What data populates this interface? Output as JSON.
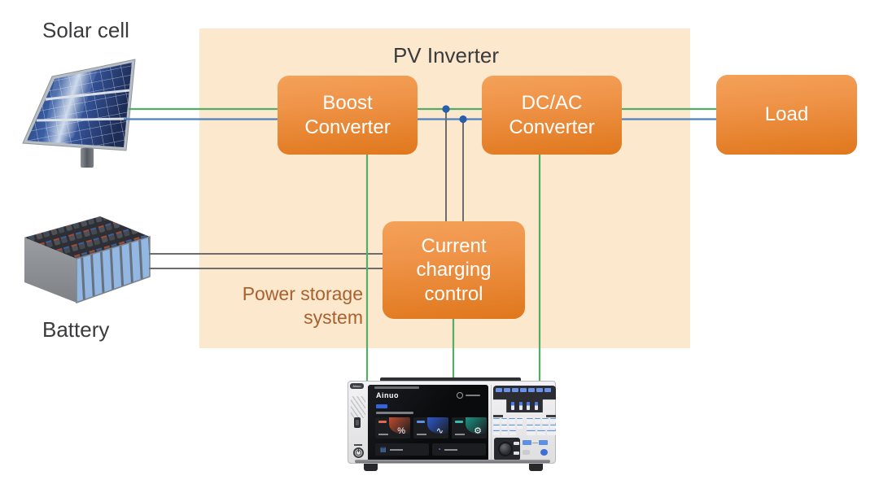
{
  "colors": {
    "canvas_bg": "#ffffff",
    "panel_bg": "#fbe8cd",
    "box_grad_top": "#f4a159",
    "box_grad_bottom": "#e0771c",
    "box_text": "#ffffff",
    "wire_green": "#54ad66",
    "wire_blue": "#4d80c1",
    "wire_gray": "#6d6d6d",
    "junction_dot": "#2b5ea9",
    "label_text": "#3b3b3d",
    "storage_text": "#a8612f"
  },
  "panel": {
    "title": "PV Inverter"
  },
  "labels": {
    "solar": "Solar cell",
    "battery": "Battery",
    "storage_line1": "Power storage",
    "storage_line2": "system"
  },
  "nodes": {
    "boost": {
      "line1": "Boost",
      "line2": "Converter"
    },
    "dcac": {
      "line1": "DC/AC",
      "line2": "Converter"
    },
    "charging": {
      "line1": "Current",
      "line2": "charging",
      "line3": "control"
    },
    "load": {
      "line1": "Load"
    }
  },
  "instrument": {
    "brand": "Ainuo",
    "glyphs": {
      "percent": "%",
      "waveform": "∿",
      "gear": "⚙",
      "list": "▤",
      "clock": "◔"
    }
  }
}
